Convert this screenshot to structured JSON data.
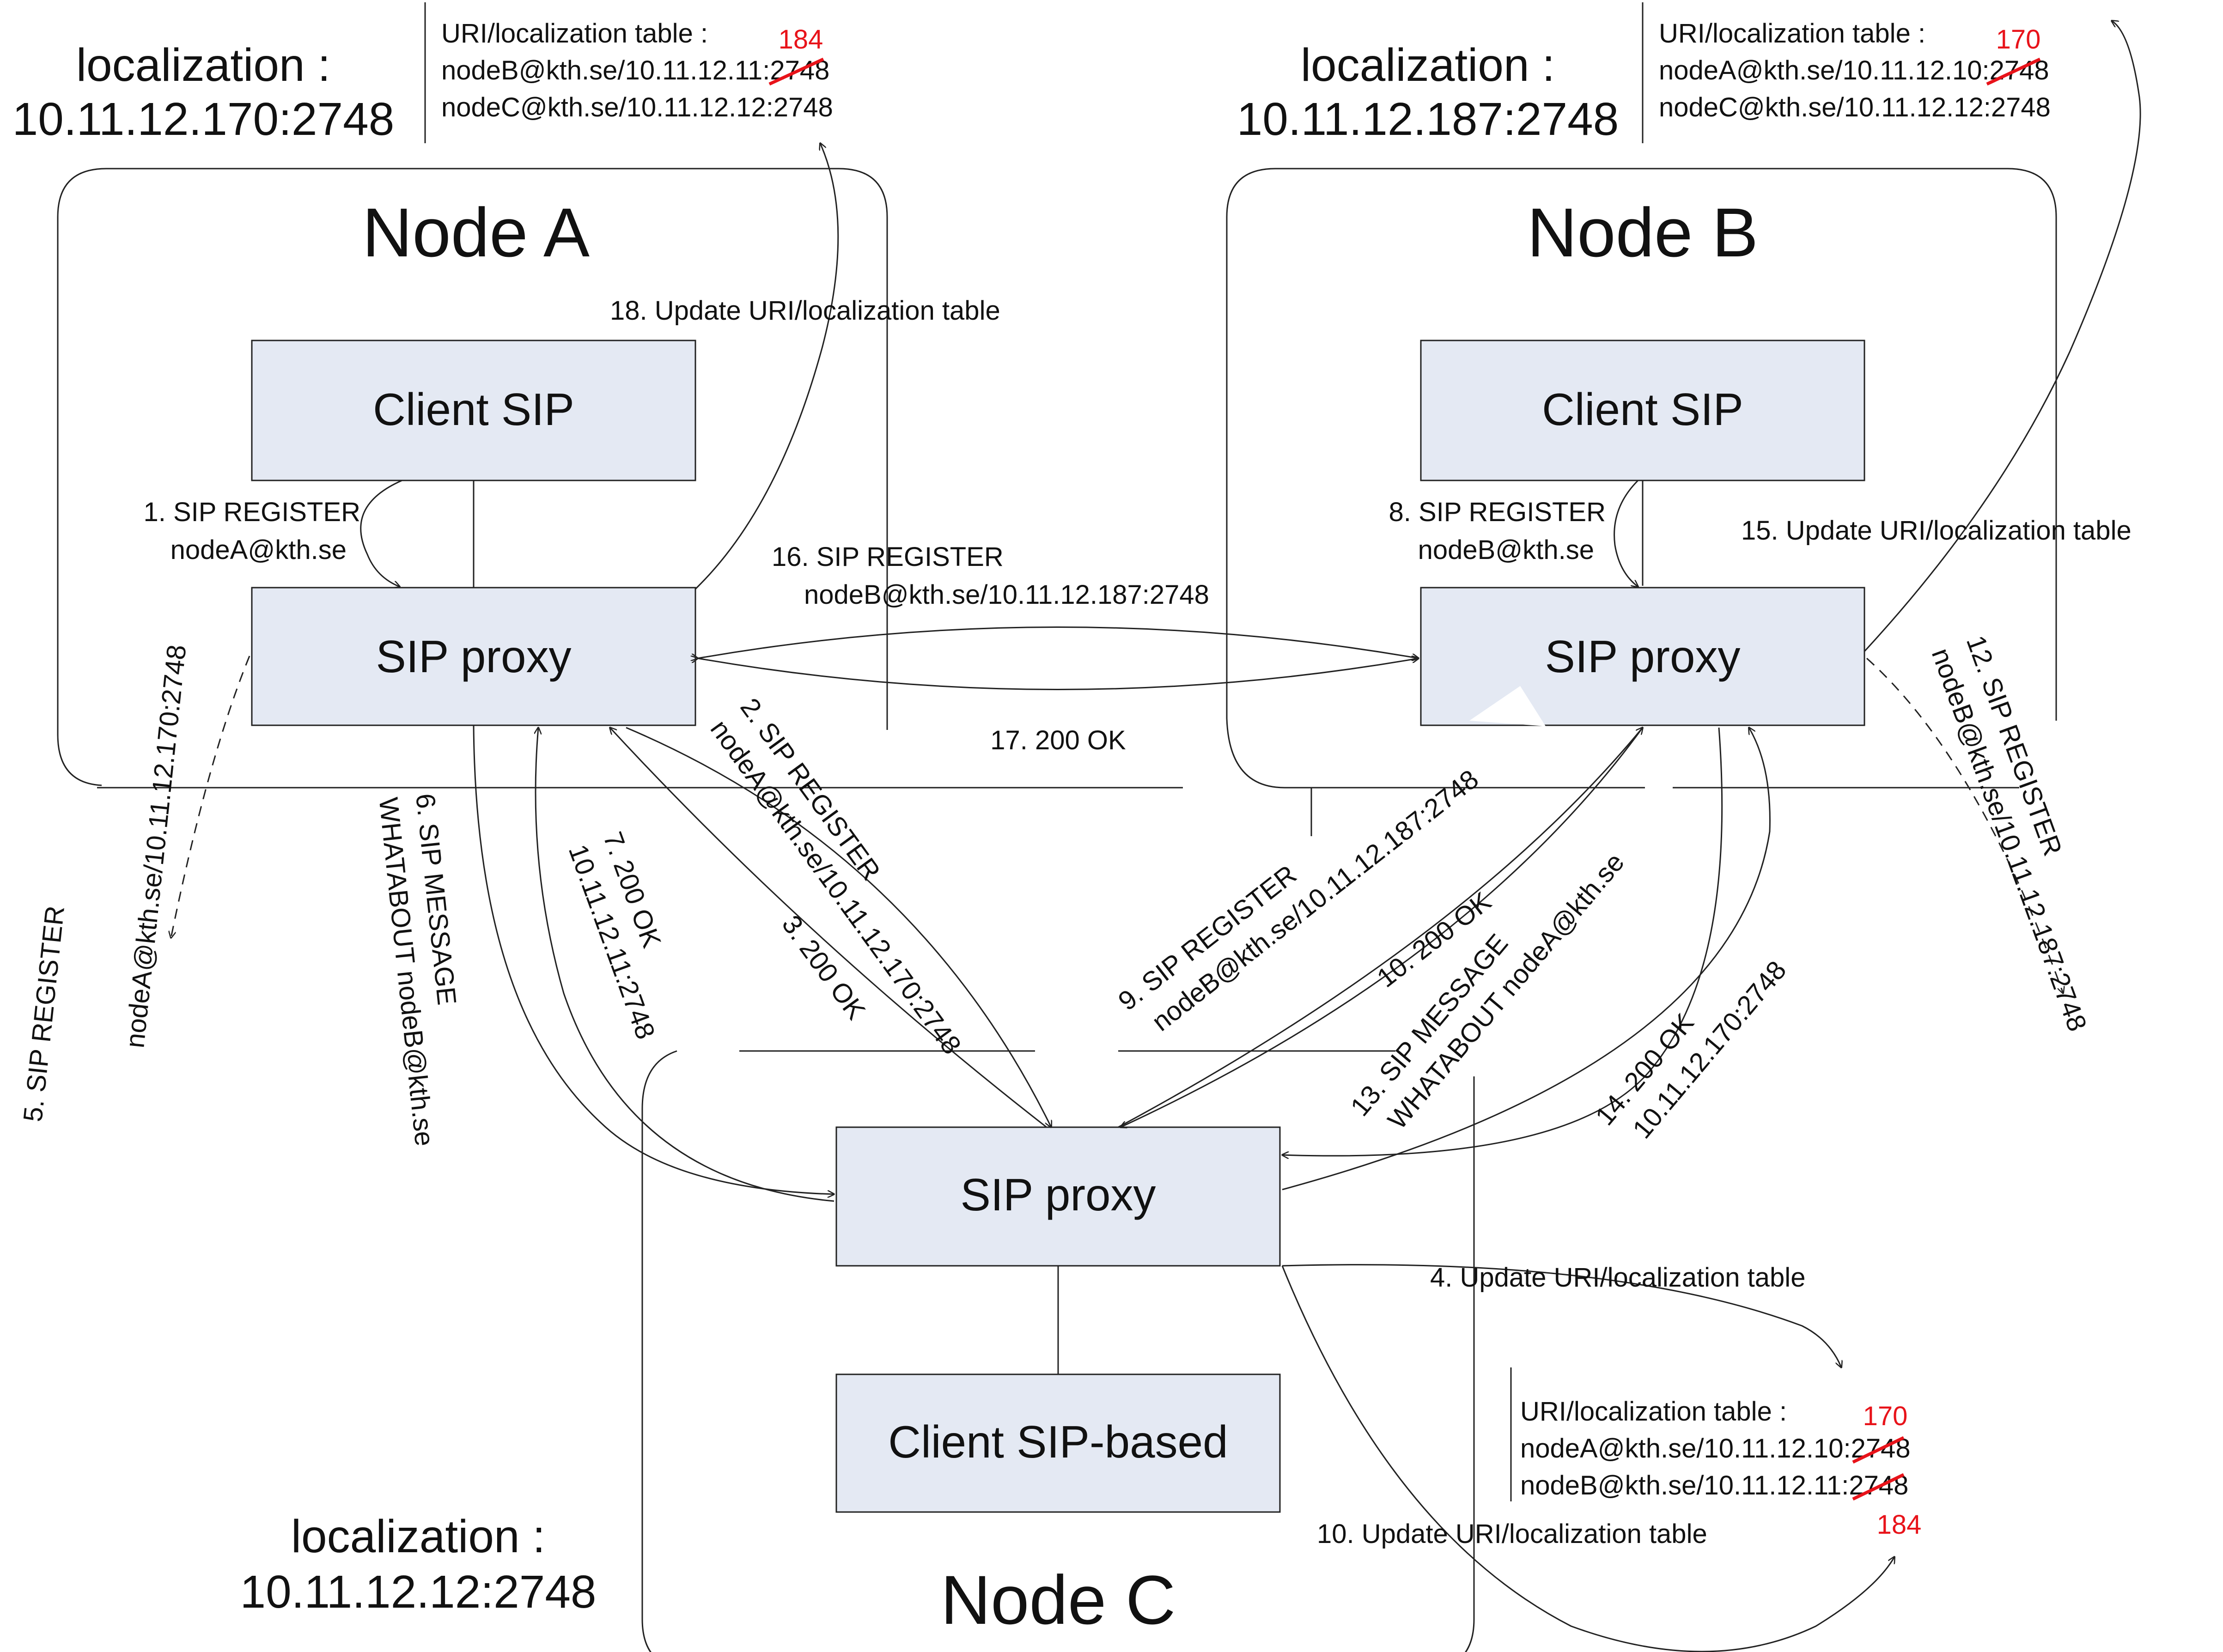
{
  "nodes": {
    "a": {
      "title": "Node A",
      "client": "Client SIP",
      "proxy": "SIP proxy",
      "localization_label": "localization :",
      "localization_addr": "10.11.12.170:2748",
      "table": {
        "header": "URI/localization table :",
        "row1": {
          "prefix": "nodeB@kth.se/10.11.12.",
          "old": "11",
          "suffix": ":2748",
          "new": "184"
        },
        "row2": {
          "text": "nodeC@kth.se/10.11.12.12:2748"
        }
      }
    },
    "b": {
      "title": "Node B",
      "client": "Client SIP",
      "proxy": "SIP proxy",
      "localization_label": "localization :",
      "localization_addr": "10.11.12.187:2748",
      "table": {
        "header": "URI/localization table :",
        "row1": {
          "prefix": "nodeA@kth.se/10.11.12.",
          "old": "10",
          "suffix": ":2748",
          "new": "170"
        },
        "row2": {
          "text": "nodeC@kth.se/10.11.12.12:2748"
        }
      }
    },
    "c": {
      "title": "Node C",
      "client": "Client SIP-based",
      "proxy": "SIP proxy",
      "localization_label": "localization :",
      "localization_addr": "10.11.12.12:2748",
      "table": {
        "header": "URI/localization table :",
        "row1": {
          "prefix": "nodeA@kth.se/10.11.12.",
          "old": "10",
          "suffix": ":2748",
          "new": "170"
        },
        "row2": {
          "prefix": "nodeB@kth.se/10.11.12.",
          "old": "11",
          "suffix": ":2748",
          "new": "184"
        }
      }
    }
  },
  "messages": {
    "m1": [
      "1. SIP REGISTER",
      "nodeA@kth.se"
    ],
    "m2": [
      "2. SIP REGISTER",
      "nodeA@kth.se/10.11.12.170:2748"
    ],
    "m3": [
      "3. 200 OK"
    ],
    "m4": [
      "4. Update URI/localization table"
    ],
    "m5": [
      "5. SIP REGISTER",
      "nodeA@kth.se/10.11.12.170:2748"
    ],
    "m6": [
      "6. SIP MESSAGE",
      "WHATABOUT nodeB@kth.se"
    ],
    "m7": [
      "7. 200 OK",
      "10.11.12.11:2748"
    ],
    "m8": [
      "8. SIP REGISTER",
      "nodeB@kth.se"
    ],
    "m9": [
      "9. SIP REGISTER",
      "nodeB@kth.se/10.11.12.187:2748"
    ],
    "m10a": [
      "10. 200 OK"
    ],
    "m10b": [
      "10. Update URI/localization table"
    ],
    "m12": [
      "12. SIP REGISTER",
      "nodeB@kth.se/10.11.12.187:2748"
    ],
    "m13": [
      "13. SIP MESSAGE",
      "WHATABOUT nodeA@kth.se"
    ],
    "m14": [
      "14. 200 OK",
      "10.11.12.170:2748"
    ],
    "m15": [
      "15. Update URI/localization table"
    ],
    "m16": [
      "16. SIP REGISTER",
      "nodeB@kth.se/10.11.12.187:2748"
    ],
    "m17": [
      "17. 200 OK"
    ],
    "m18": [
      "18. Update URI/localization table"
    ]
  }
}
